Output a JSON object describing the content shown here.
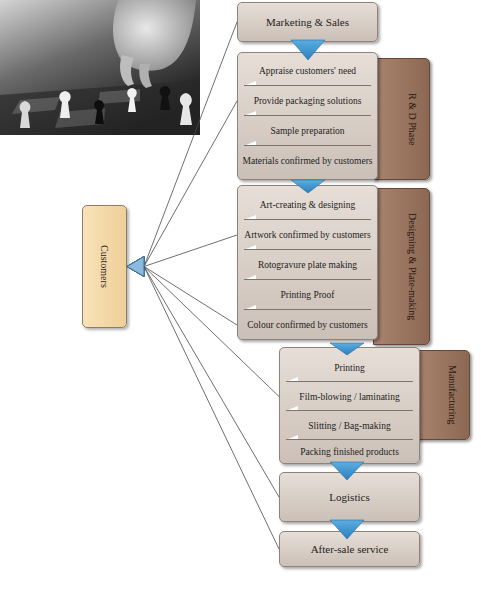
{
  "diagram": {
    "nodes": [
      {
        "text": [
          "Marketing & Sales"
        ]
      },
      {
        "text": [
          "R & D Phase"
        ]
      },
      {
        "text": [
          "Appraise customers' need"
        ],
        "in": 1
      },
      {
        "text": [
          "Provide packaging solutions"
        ],
        "in": 1
      },
      {
        "text": [
          "Sample preparation"
        ],
        "in": 1
      },
      {
        "text": [
          "Materials confirmed by customers"
        ],
        "in": 1
      },
      {
        "text": [
          "Designing & Plate-making"
        ]
      },
      {
        "text": [
          "Art-creating & designing"
        ],
        "in": 6
      },
      {
        "text": [
          "Artwork confirmed by customers"
        ],
        "in": 6
      },
      {
        "text": [
          "Rotogravure plate making"
        ],
        "in": 6
      },
      {
        "text": [
          "Printing Proof"
        ],
        "in": 6
      },
      {
        "text": [
          "Colour confirmed by customers"
        ],
        "in": 6
      },
      {
        "text": [
          "Manufacturing"
        ]
      },
      {
        "text": [
          "Printing"
        ],
        "in": 12
      },
      {
        "text": [
          "Film-blowing / laminating"
        ],
        "in": 12
      },
      {
        "text": [
          "Slitting / Bag-making"
        ],
        "in": 12
      },
      {
        "text": [
          "Packing finished products"
        ],
        "in": 12
      },
      {
        "text": [
          "Logistics"
        ]
      },
      {
        "text": [
          "After-sale service"
        ]
      },
      {
        "text": [
          "Customers"
        ]
      }
    ],
    "edges": [
      {
        "from": 0,
        "to": 1,
        "arrow": "to"
      },
      {
        "from": 1,
        "to": 6,
        "arrow": "to"
      },
      {
        "from": 6,
        "to": 12,
        "arrow": "to"
      },
      {
        "from": 12,
        "to": 17,
        "arrow": "to"
      },
      {
        "from": 17,
        "to": 18,
        "arrow": "to"
      },
      {
        "from": 0,
        "to": 19,
        "arrow": "to"
      },
      {
        "from": 3,
        "to": 19,
        "arrow": "to"
      },
      {
        "from": 8,
        "to": 19,
        "arrow": "to"
      },
      {
        "from": 11,
        "to": 19,
        "arrow": "to"
      },
      {
        "from": 14,
        "to": 19,
        "arrow": "to"
      },
      {
        "from": 17,
        "to": 19,
        "arrow": "to"
      },
      {
        "from": 18,
        "to": 19,
        "arrow": "to"
      }
    ]
  }
}
